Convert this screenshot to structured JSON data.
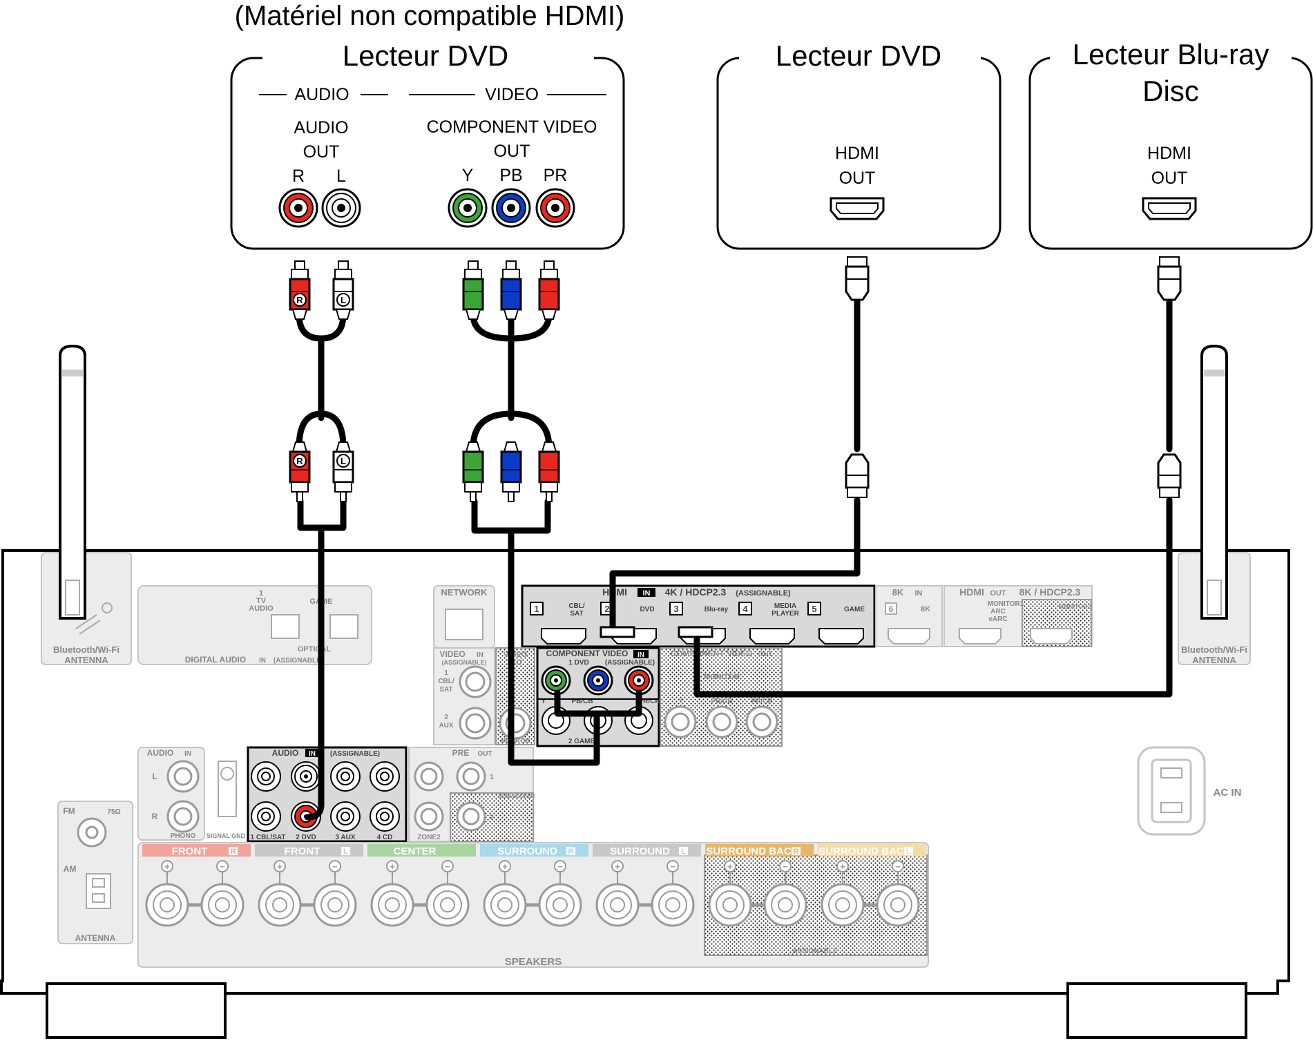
{
  "header": {
    "title": "(Matériel non compatible HDMI)"
  },
  "devices": {
    "dvd_analog": {
      "name": "Lecteur DVD",
      "audio_group": "AUDIO",
      "video_group": "VIDEO",
      "audio_label_1": "AUDIO",
      "audio_label_2": "OUT",
      "audio_r": "R",
      "audio_l": "L",
      "video_label_1": "COMPONENT VIDEO",
      "video_label_2": "OUT",
      "y": "Y",
      "pb": "PB",
      "pr": "PR"
    },
    "dvd_hdmi": {
      "name": "Lecteur DVD",
      "port_1": "HDMI",
      "port_2": "OUT"
    },
    "bluray": {
      "name_1": "Lecteur Blu-ray",
      "name_2": "Disc",
      "port_1": "HDMI",
      "port_2": "OUT"
    }
  },
  "plugs": {
    "r": "R",
    "l": "L"
  },
  "receiver": {
    "antenna_left": [
      "Bluetooth/Wi-Fi",
      "ANTENNA"
    ],
    "antenna_right": [
      "Bluetooth/Wi-Fi",
      "ANTENNA"
    ],
    "digital_audio": "DIGITAL AUDIO",
    "digital_in": "IN",
    "digital_assignable": "(ASSIGNABLE)",
    "optical": "OPTICAL",
    "tv_audio": [
      "1",
      "TV",
      "AUDIO"
    ],
    "game": "GAME",
    "network": "NETWORK",
    "hdmi_in": {
      "title": "HDMI",
      "in": "IN",
      "spec": "4K / HDCP2.3",
      "assignable": "(ASSIGNABLE)",
      "ports": [
        {
          "num": "1",
          "label": [
            "CBL/",
            "SAT"
          ]
        },
        {
          "num": "2",
          "label": [
            "DVD"
          ]
        },
        {
          "num": "3",
          "label": [
            "Blu-ray"
          ]
        },
        {
          "num": "4",
          "label": [
            "MEDIA",
            "PLAYER"
          ]
        },
        {
          "num": "5",
          "label": [
            "GAME"
          ]
        }
      ]
    },
    "hdmi_8k": {
      "title": "8K",
      "in": "IN",
      "num": "6",
      "label": "8K"
    },
    "hdmi_out": {
      "title": "HDMI",
      "out": "OUT",
      "spec": "8K / HDCP2.3",
      "monitor": [
        "MONITOR1",
        "ARC",
        "eARC"
      ],
      "monitor2": "MONITOR2"
    },
    "video_in": {
      "title": "VIDEO",
      "in": "IN",
      "assignable": "(ASSIGNABLE)",
      "cbl": [
        "1",
        "CBL/",
        "SAT"
      ],
      "aux": [
        "2",
        "AUX"
      ]
    },
    "video_out": {
      "title": "VIDEO",
      "out": "OUT",
      "monitor": "MONITOR"
    },
    "component_in": {
      "title": "COMPONENT VIDEO",
      "in": "IN",
      "dvd": "1 DVD",
      "assignable": "(ASSIGNABLE)",
      "y": "Y",
      "pb": "PB/CB",
      "pr": "PR/CR",
      "game": "2 GAME"
    },
    "component_out": {
      "title": "COMPONENT VIDEO",
      "out": "OUT",
      "monitor": "MONITOR",
      "y": "Y",
      "pb": "PB/CB",
      "pr": "PR/CR"
    },
    "audio_in": {
      "title": "AUDIO",
      "in": "IN",
      "assignable": "(ASSIGNABLE)",
      "inputs": [
        "1 CBL/SAT",
        "2 DVD",
        "3 AUX",
        "4 CD"
      ]
    },
    "phono": {
      "title": "AUDIO",
      "in": "IN",
      "l": "L",
      "r": "R",
      "phono": "PHONO",
      "signal_gnd": "SIGNAL GND"
    },
    "pre_out": {
      "title": "PRE",
      "out": "OUT",
      "zone2": "ZONE2",
      "subwoofer": "SUBWOOFER",
      "sw1": "1",
      "sw2": "2"
    },
    "antenna": {
      "fm": "FM",
      "ohm": "75Ω",
      "am": "AM",
      "label": "ANTENNA"
    },
    "ac_in": "AC IN",
    "speakers": {
      "label": "SPEAKERS",
      "assignable": "ASSIGNABLE",
      "channels": [
        {
          "name": "FRONT",
          "side": "R",
          "color": "#f0a49c"
        },
        {
          "name": "FRONT",
          "side": "L",
          "color": "#c8c8c8"
        },
        {
          "name": "CENTER",
          "side": "",
          "color": "#a8d4a0"
        },
        {
          "name": "SURROUND",
          "side": "R",
          "color": "#a8d8ec"
        },
        {
          "name": "SURROUND",
          "side": "L",
          "color": "#c8c8c8"
        },
        {
          "name": "SURROUND BACK",
          "side": "R",
          "color": "#e8b66a"
        },
        {
          "name": "SURROUND BACK",
          "side": "L",
          "color": "#f4dca6"
        }
      ]
    }
  },
  "colors": {
    "red": "#e8281e",
    "green": "#3ba535",
    "blue": "#0a3cc8",
    "white": "#ffffff"
  }
}
